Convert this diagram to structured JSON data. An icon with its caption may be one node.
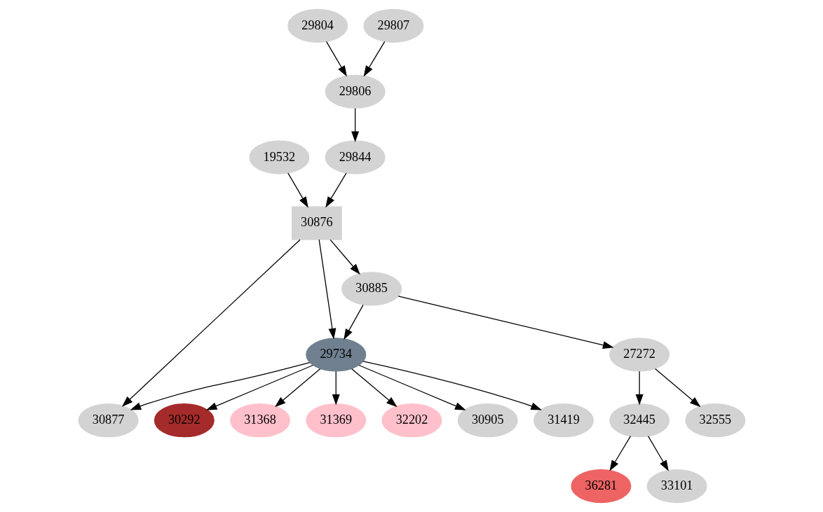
{
  "diagram": {
    "nodes": [
      {
        "text": [
          "29804"
        ]
      },
      {
        "text": [
          "29807"
        ]
      },
      {
        "text": [
          "29806"
        ]
      },
      {
        "text": [
          "19532"
        ]
      },
      {
        "text": [
          "29844"
        ]
      },
      {
        "text": [
          "30876"
        ]
      },
      {
        "text": [
          "30885"
        ]
      },
      {
        "text": [
          "29734"
        ]
      },
      {
        "text": [
          "27272"
        ]
      },
      {
        "text": [
          "30877"
        ]
      },
      {
        "text": [
          "30292"
        ]
      },
      {
        "text": [
          "31368"
        ]
      },
      {
        "text": [
          "31369"
        ]
      },
      {
        "text": [
          "32202"
        ]
      },
      {
        "text": [
          "30905"
        ]
      },
      {
        "text": [
          "31419"
        ]
      },
      {
        "text": [
          "32445"
        ]
      },
      {
        "text": [
          "32555"
        ]
      },
      {
        "text": [
          "36281"
        ]
      },
      {
        "text": [
          "33101"
        ]
      }
    ],
    "edges": [
      {
        "from": 0,
        "to": 2,
        "arrow": "to"
      },
      {
        "from": 1,
        "to": 2,
        "arrow": "to"
      },
      {
        "from": 2,
        "to": 4,
        "arrow": "to"
      },
      {
        "from": 3,
        "to": 5,
        "arrow": "to"
      },
      {
        "from": 4,
        "to": 5,
        "arrow": "to"
      },
      {
        "from": 5,
        "to": 9,
        "arrow": "to"
      },
      {
        "from": 5,
        "to": 7,
        "arrow": "to"
      },
      {
        "from": 5,
        "to": 6,
        "arrow": "to"
      },
      {
        "from": 6,
        "to": 7,
        "arrow": "to"
      },
      {
        "from": 6,
        "to": 8,
        "arrow": "to"
      },
      {
        "from": 7,
        "to": 9,
        "arrow": "to"
      },
      {
        "from": 7,
        "to": 10,
        "arrow": "to"
      },
      {
        "from": 7,
        "to": 11,
        "arrow": "to"
      },
      {
        "from": 7,
        "to": 12,
        "arrow": "to"
      },
      {
        "from": 7,
        "to": 13,
        "arrow": "to"
      },
      {
        "from": 7,
        "to": 14,
        "arrow": "to"
      },
      {
        "from": 7,
        "to": 15,
        "arrow": "to"
      },
      {
        "from": 8,
        "to": 16,
        "arrow": "to"
      },
      {
        "from": 8,
        "to": 17,
        "arrow": "to"
      },
      {
        "from": 16,
        "to": 18,
        "arrow": "to"
      },
      {
        "from": 16,
        "to": 19,
        "arrow": "to"
      }
    ]
  }
}
